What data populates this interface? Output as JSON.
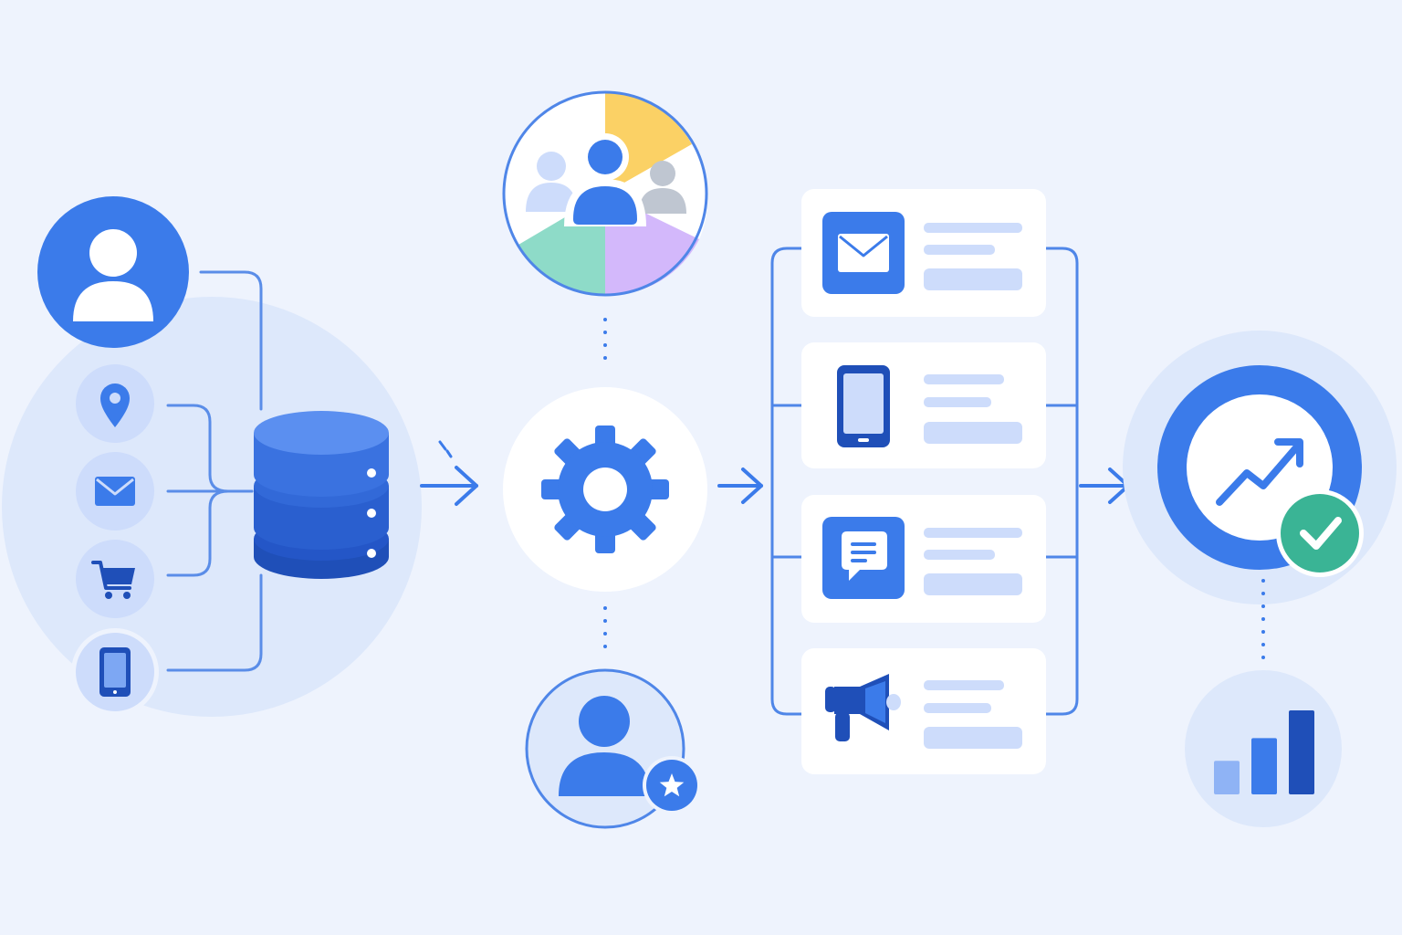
{
  "colors": {
    "background": "#eef3fd",
    "halo": "#dde8fb",
    "primary": "#3b7bea",
    "light": "#cddcfb",
    "dark": "#1f4fb8",
    "line": "#5a8de8",
    "card": "#ffffff",
    "bar": "#cddcfb",
    "success": "#3ab495",
    "yellow": "#fbd165",
    "green": "#8edbc8",
    "purple": "#d3b8fb",
    "grey": "#bfc6d1"
  },
  "sources": {
    "profile": {
      "icon": "user-icon"
    },
    "inputs": [
      {
        "name": "location",
        "icon": "location-pin-icon"
      },
      {
        "name": "email",
        "icon": "envelope-icon"
      },
      {
        "name": "cart",
        "icon": "shopping-cart-icon"
      },
      {
        "name": "mobile",
        "icon": "smartphone-icon"
      }
    ]
  },
  "database": {
    "icon": "database-icon"
  },
  "processing": {
    "engine": {
      "icon": "gear-icon"
    },
    "segments": {
      "icon": "user-group-icon"
    },
    "target": {
      "icon": "starred-user-icon"
    }
  },
  "channels": [
    {
      "name": "email",
      "icon": "envelope-icon"
    },
    {
      "name": "mobile",
      "icon": "smartphone-icon"
    },
    {
      "name": "chat",
      "icon": "chat-bubble-icon"
    },
    {
      "name": "campaign",
      "icon": "megaphone-icon"
    }
  ],
  "outcome": {
    "growth": {
      "icon": "trend-up-icon",
      "badge": "check-icon"
    },
    "report": {
      "icon": "bar-chart-icon",
      "bars": [
        0.4,
        0.67,
        1.0
      ]
    }
  }
}
